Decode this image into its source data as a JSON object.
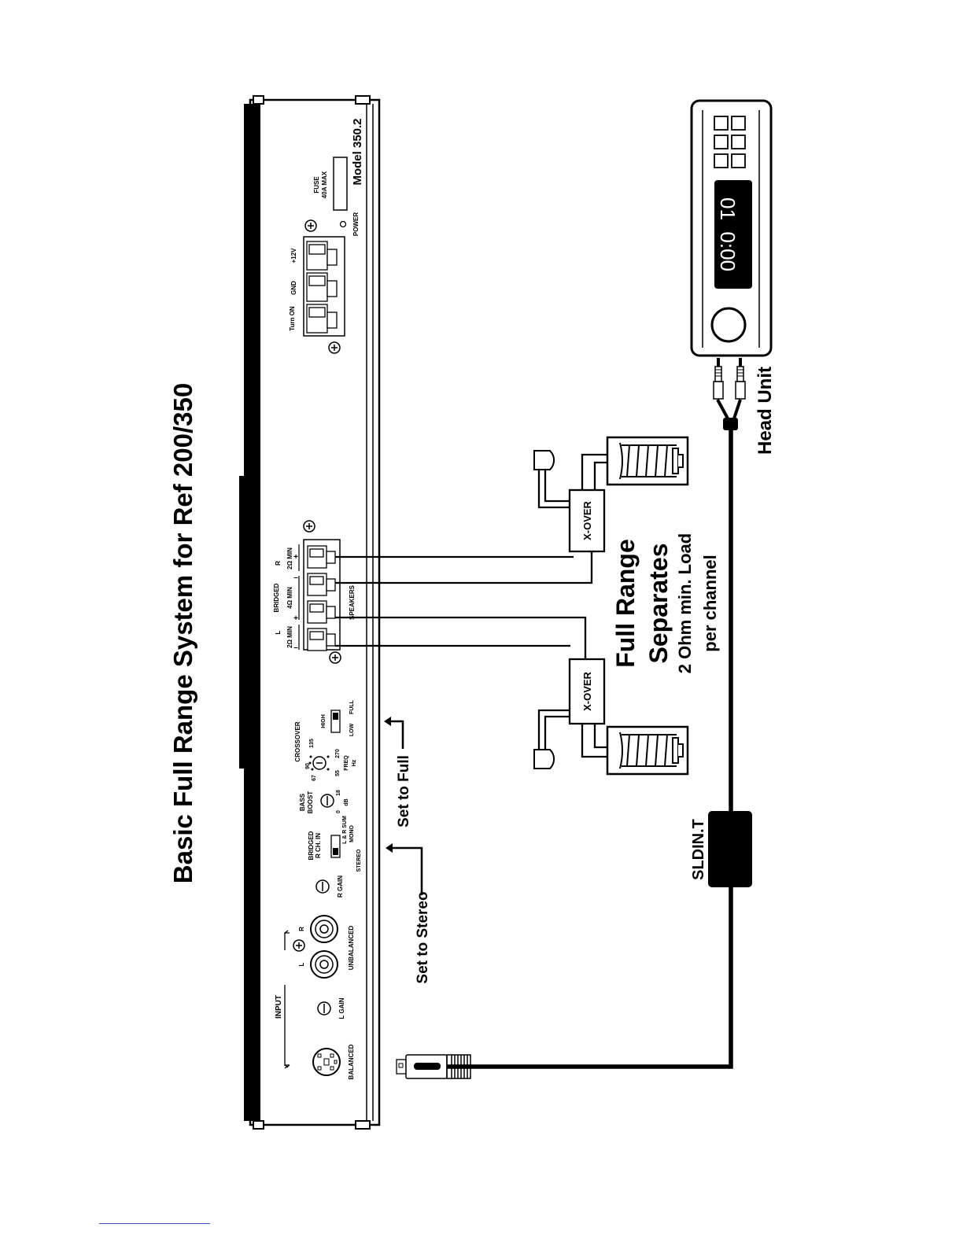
{
  "title": "Basic Full Range System for Ref 200/350",
  "amplifier": {
    "model": "Model 350.2",
    "fuse": {
      "line1": "FUSE",
      "line2": "40A MAX"
    },
    "power_label": "POWER",
    "power_terminals": [
      "Turn ON",
      "GND",
      "+12V"
    ],
    "input": {
      "label": "INPUT",
      "balanced": "BALANCED",
      "unbalanced": "UNBALANCED",
      "l_gain": "L GAIN",
      "r_gain": "R GAIN",
      "ch_l": "L",
      "ch_r": "R"
    },
    "mode_switch": {
      "line1": "BRIDGED",
      "line2": "R CH. IN",
      "sum": "L & R SUM",
      "stereo": "STEREO",
      "mono": "MONO"
    },
    "bass_boost": {
      "label1": "BASS",
      "label2": "BOOST",
      "min": "0",
      "max": "18",
      "unit": "dB"
    },
    "crossover": {
      "label": "CROSSOVER",
      "freqs": [
        "55",
        "67",
        "90",
        "135",
        "270"
      ],
      "unit1": "FREQ",
      "unit2": "Hz",
      "high": "HIGH",
      "low": "LOW",
      "full": "FULL"
    },
    "speakers": {
      "label": "SPEAKERS",
      "bridged": "BRIDGED",
      "l": "L",
      "r": "R",
      "l_load": "2Ω MIN",
      "bridged_load": "4Ω MIN",
      "r_load": "2Ω MIN",
      "polarity": [
        "–",
        "+",
        "–",
        "+"
      ]
    }
  },
  "notes": {
    "stereo": "Set to Stereo",
    "full": "Set to Full"
  },
  "xover_label": "X-OVER",
  "speaker_caption": [
    "Full Range",
    "Separates",
    "2 Ohm min. Load",
    "per channel"
  ],
  "cable_label": "SLDIN.T",
  "head_unit": {
    "label": "Head Unit",
    "display": "01  0:00"
  }
}
